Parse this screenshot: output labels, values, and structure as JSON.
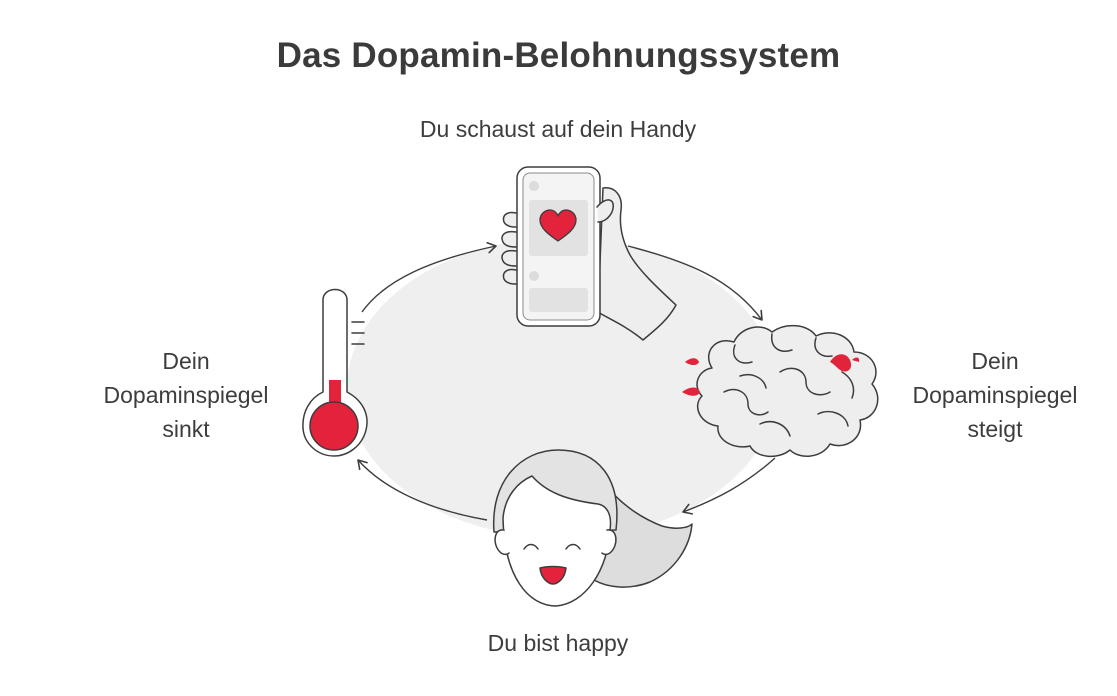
{
  "title": "Das Dopamin-Belohnungssystem",
  "steps": {
    "top": {
      "text": "Du schaust auf dein Handy"
    },
    "right": {
      "line1": "Dein",
      "line2": "Dopaminspiegel",
      "line3": "steigt"
    },
    "bottom": {
      "text": "Du bist happy"
    },
    "left": {
      "line1": "Dein",
      "line2": "Dopaminspiegel",
      "line3": "sinkt"
    }
  },
  "icons": [
    "smartphone-icon",
    "heart-icon",
    "brain-icon",
    "dopamine-drop-icon",
    "smiling-face-icon",
    "thermometer-icon",
    "cycle-arrow-icon"
  ],
  "colors": {
    "accent": "#e3223c",
    "outline": "#3d3d3d",
    "fill_light": "#efefef",
    "fill_mid": "#dcdcdc"
  }
}
